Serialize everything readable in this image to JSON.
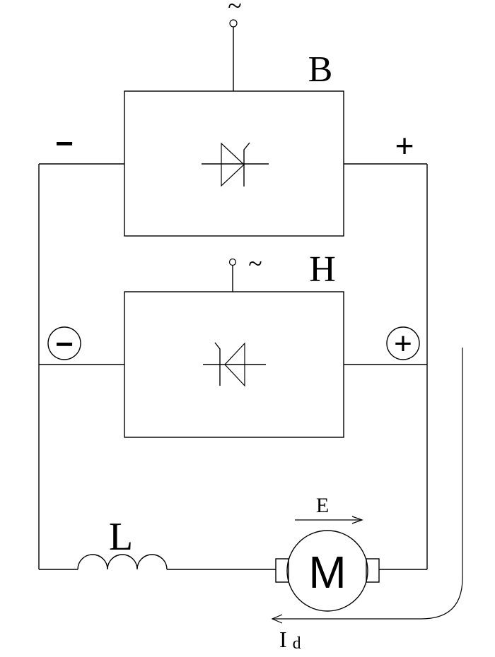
{
  "converter_top": {
    "label": "B",
    "ac_symbol": "~",
    "terminal_minus": "−",
    "terminal_plus": "+"
  },
  "converter_bottom": {
    "label": "H",
    "ac_symbol": "~",
    "terminal_minus": "−",
    "terminal_plus": "+"
  },
  "inductor": {
    "label": "L"
  },
  "motor": {
    "label": "M",
    "emf_label": "E"
  },
  "current": {
    "label_main": "I",
    "label_sub": "d"
  }
}
